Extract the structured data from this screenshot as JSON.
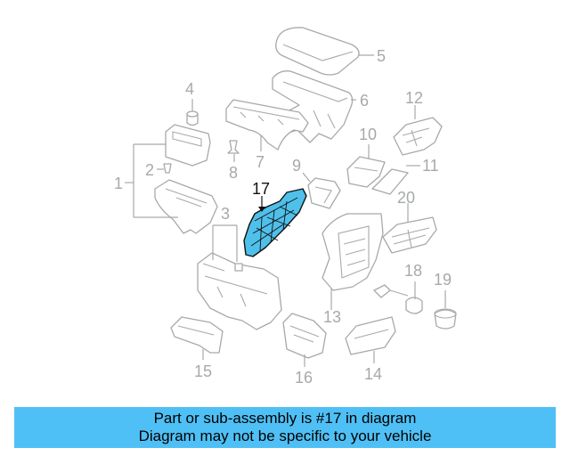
{
  "diagram": {
    "callouts": [
      "1",
      "2",
      "3",
      "4",
      "5",
      "6",
      "7",
      "8",
      "9",
      "10",
      "11",
      "12",
      "13",
      "14",
      "15",
      "16",
      "17",
      "18",
      "19",
      "20"
    ],
    "highlighted_part": "17",
    "colors": {
      "highlight": "#4fc0ea",
      "banner": "#4fc0f5",
      "linework": "#a6a9ab"
    }
  },
  "banner": {
    "line1": "Part or sub-assembly is #17 in diagram",
    "line2": "Diagram may not be specific to your vehicle"
  }
}
